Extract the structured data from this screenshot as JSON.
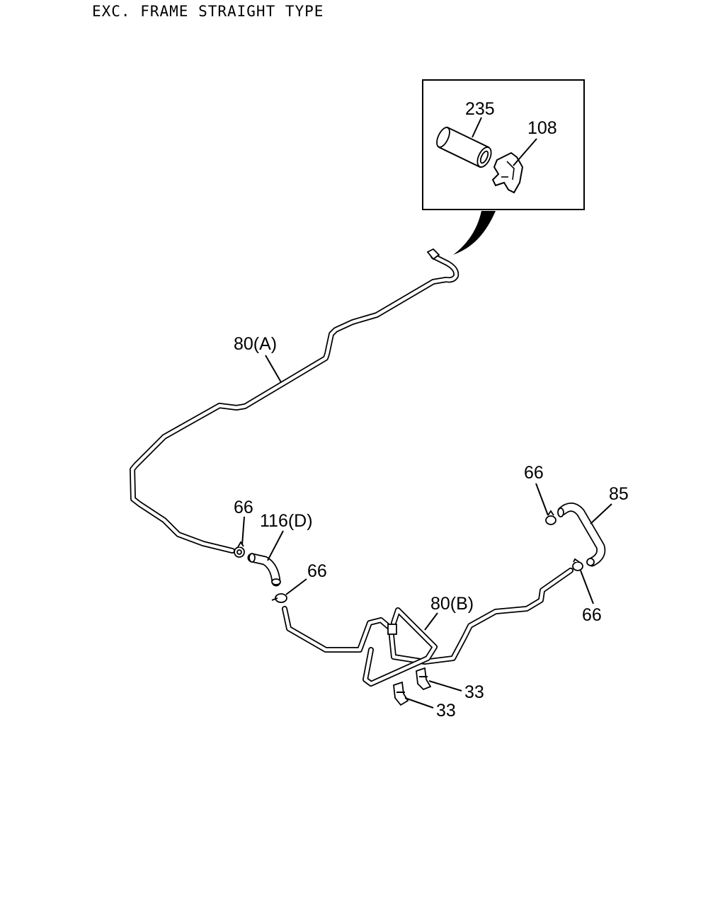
{
  "header": {
    "title": "EXC. FRAME STRAIGHT TYPE"
  },
  "callouts": {
    "c235": "235",
    "c108": "108",
    "c80a": "80(A)",
    "c66a": "66",
    "c116d": "116(D)",
    "c66b": "66",
    "c80b": "80(B)",
    "c66c": "66",
    "c85": "85",
    "c66d": "66",
    "c33a": "33",
    "c33b": "33"
  }
}
